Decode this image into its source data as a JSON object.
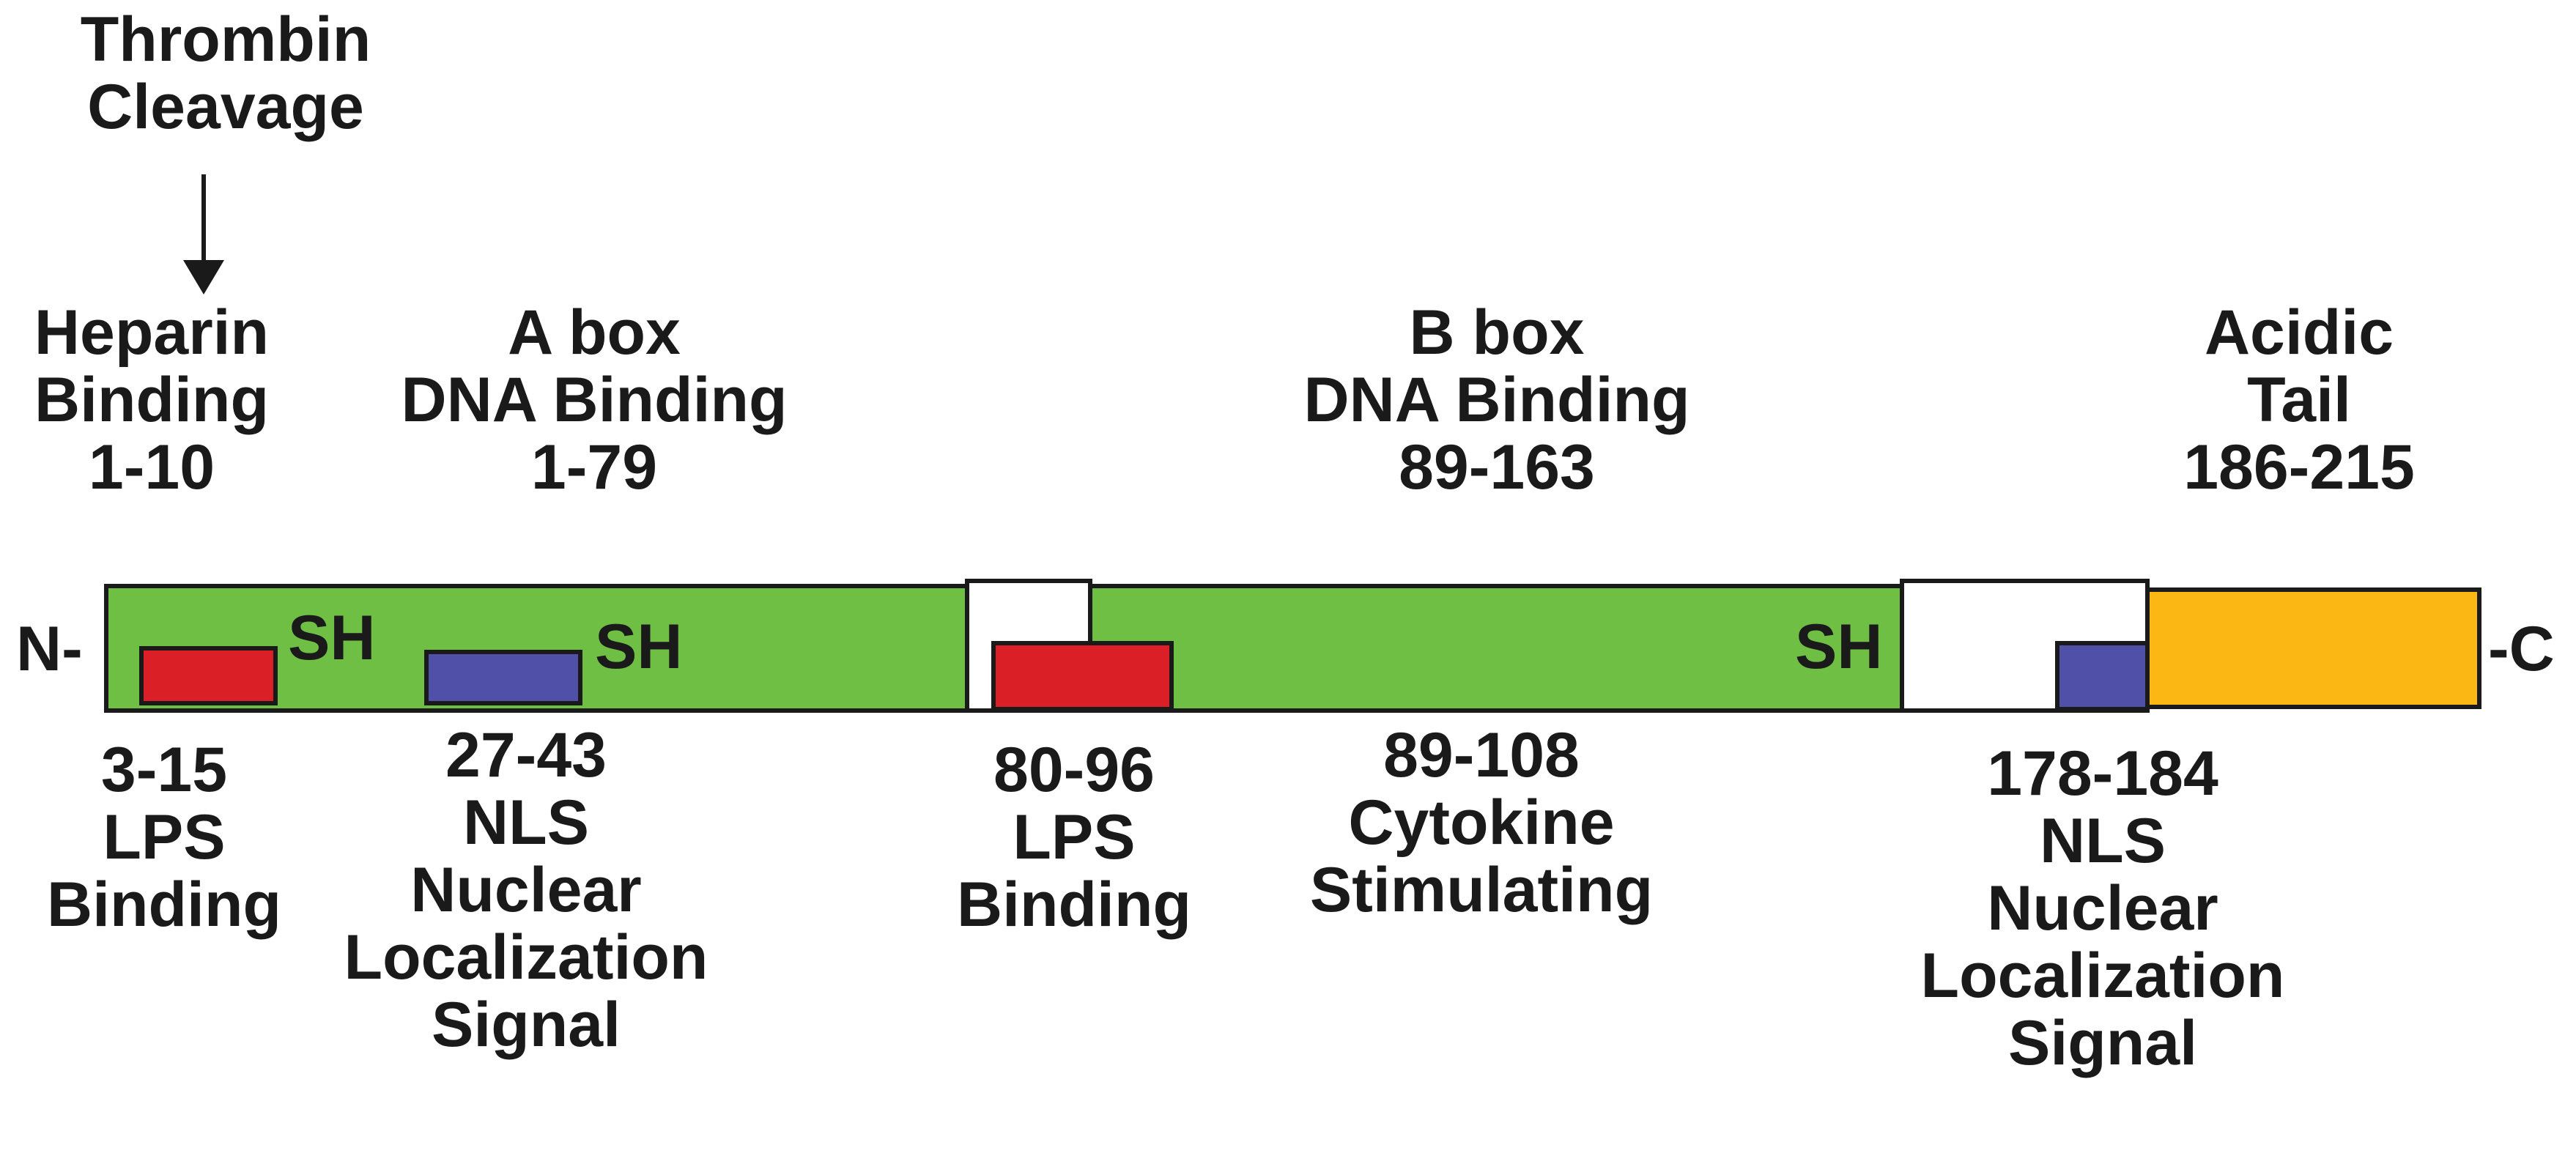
{
  "colors": {
    "dna_binding_box": "#6fbf44",
    "acidic_tail": "#fbb814",
    "linker": "#ffffff",
    "lps_binding": "#da1f26",
    "nls": "#5050a8",
    "outline": "#1a1a1a"
  },
  "icons": {
    "cleavage_arrow": "down-arrow-icon"
  },
  "termini": {
    "n": "N-",
    "c": "-C"
  },
  "top_labels": {
    "thrombin": [
      "Thrombin",
      "Cleavage"
    ],
    "heparin": [
      "Heparin",
      "Binding",
      "1-10"
    ],
    "a_box": [
      "A box",
      "DNA Binding",
      "1-79"
    ],
    "b_box": [
      "B box",
      "DNA Binding",
      "89-163"
    ],
    "acidic_tail": [
      "Acidic",
      "Tail",
      "186-215"
    ]
  },
  "sh_marks": [
    "SH",
    "SH",
    "SH"
  ],
  "bottom_labels": {
    "lps1": [
      "3-15",
      "LPS",
      "Binding"
    ],
    "nls1": [
      "27-43",
      "NLS",
      "Nuclear",
      "Localization",
      "Signal"
    ],
    "lps2": [
      "80-96",
      "LPS",
      "Binding"
    ],
    "cytokine": [
      "89-108",
      "Cytokine",
      "Stimulating"
    ],
    "nls2": [
      "178-184",
      "NLS",
      "Nuclear",
      "Localization",
      "Signal"
    ]
  }
}
